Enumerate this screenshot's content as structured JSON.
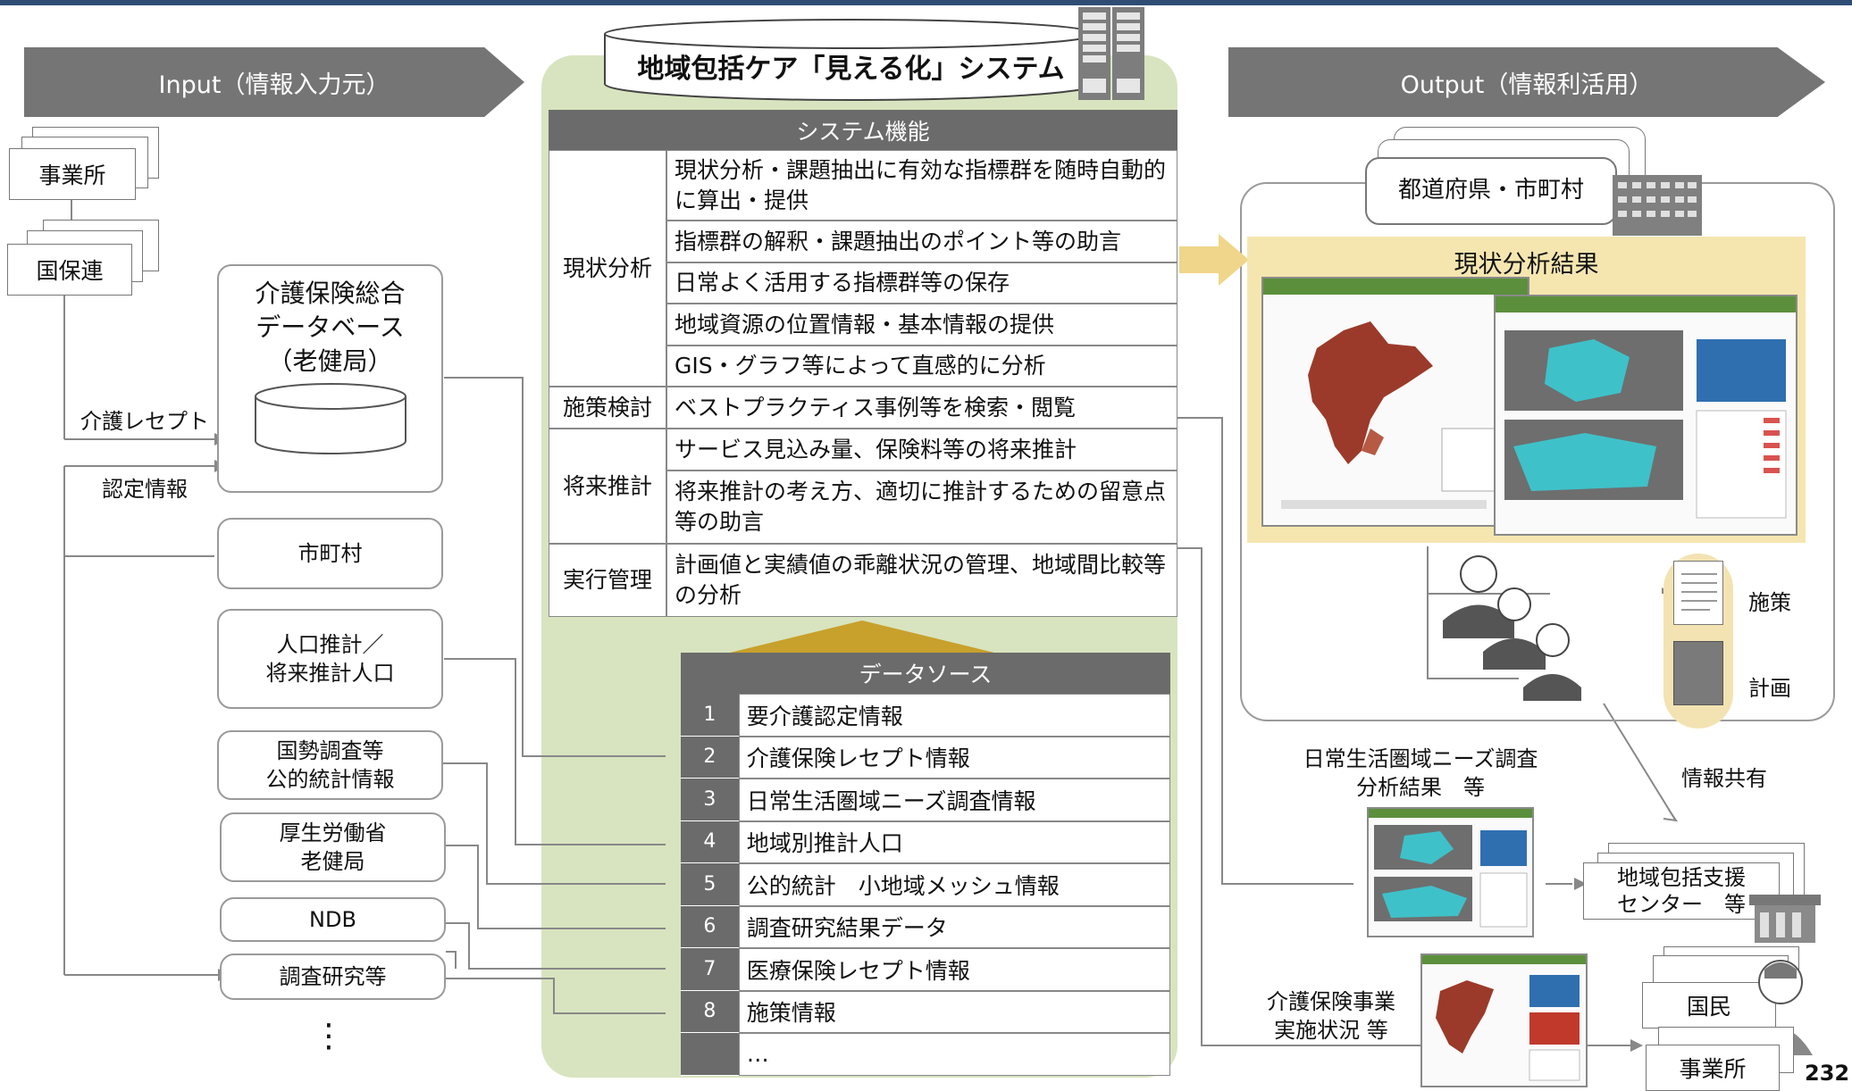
{
  "input_header": "Input（情報入力元）",
  "output_header": "Output（情報利活用）",
  "system_title": "地域包括ケア「見える化」システム",
  "input": {
    "jigyosho": "事業所",
    "kokuhoren": "国保連",
    "kaigo_receipt": "介護レセプト",
    "nintei": "認定情報",
    "db": "介護保険総合\nデータベース\n（老健局）",
    "shichoson": "市町村",
    "jinko": "人口推計／\n将来推計人口",
    "kokusei": "国勢調査等\n公的統計情報",
    "koroso": "厚生労働省\n老健局",
    "ndb": "NDB",
    "chosa": "調査研究等",
    "more": "⋮"
  },
  "functions": {
    "header": "システム機能",
    "groups": [
      {
        "category": "現状分析",
        "items": [
          "現状分析・課題抽出に有効な指標群を随時自動的に算出・提供",
          "指標群の解釈・課題抽出のポイント等の助言",
          "日常よく活用する指標群等の保存",
          "地域資源の位置情報・基本情報の提供",
          "GIS・グラフ等によって直感的に分析"
        ]
      },
      {
        "category": "施策検討",
        "items": [
          "ベストプラクティス事例等を検索・閲覧"
        ]
      },
      {
        "category": "将来推計",
        "items": [
          "サービス見込み量、保険料等の将来推計",
          "将来推計の考え方、適切に推計するための留意点等の助言"
        ]
      },
      {
        "category": "実行管理",
        "items": [
          "計画値と実績値の乖離状況の管理、地域間比較等の分析"
        ]
      }
    ]
  },
  "sources": {
    "header": "データソース",
    "items": [
      {
        "num": "1",
        "label": "要介護認定情報"
      },
      {
        "num": "2",
        "label": "介護保険レセプト情報"
      },
      {
        "num": "3",
        "label": "日常生活圏域ニーズ調査情報"
      },
      {
        "num": "4",
        "label": "地域別推計人口"
      },
      {
        "num": "5",
        "label": "公的統計　小地域メッシュ情報"
      },
      {
        "num": "6",
        "label": "調査研究結果データ"
      },
      {
        "num": "7",
        "label": "医療保険レセプト情報"
      },
      {
        "num": "8",
        "label": "施策情報"
      },
      {
        "num": "",
        "label": "…"
      }
    ]
  },
  "output": {
    "pref": "都道府県・市町村",
    "result_title": "現状分析結果",
    "shisaku": "施策",
    "keikaku": "計画",
    "johokyoyu": "情報共有",
    "needs": "日常生活圏域ニーズ調査\n分析結果　等",
    "center": "地域包括支援\nセンター　等",
    "jisshi": "介護保険事業\n実施状況 等",
    "kokumin": "国民",
    "jigyosho": "事業所"
  },
  "page_number": "232",
  "colors": {
    "band": "#757575",
    "green": "#d8e4bf",
    "yellow": "#f5e6b0",
    "teal": "#3fc1c9",
    "mapred": "#9b3a2a"
  }
}
